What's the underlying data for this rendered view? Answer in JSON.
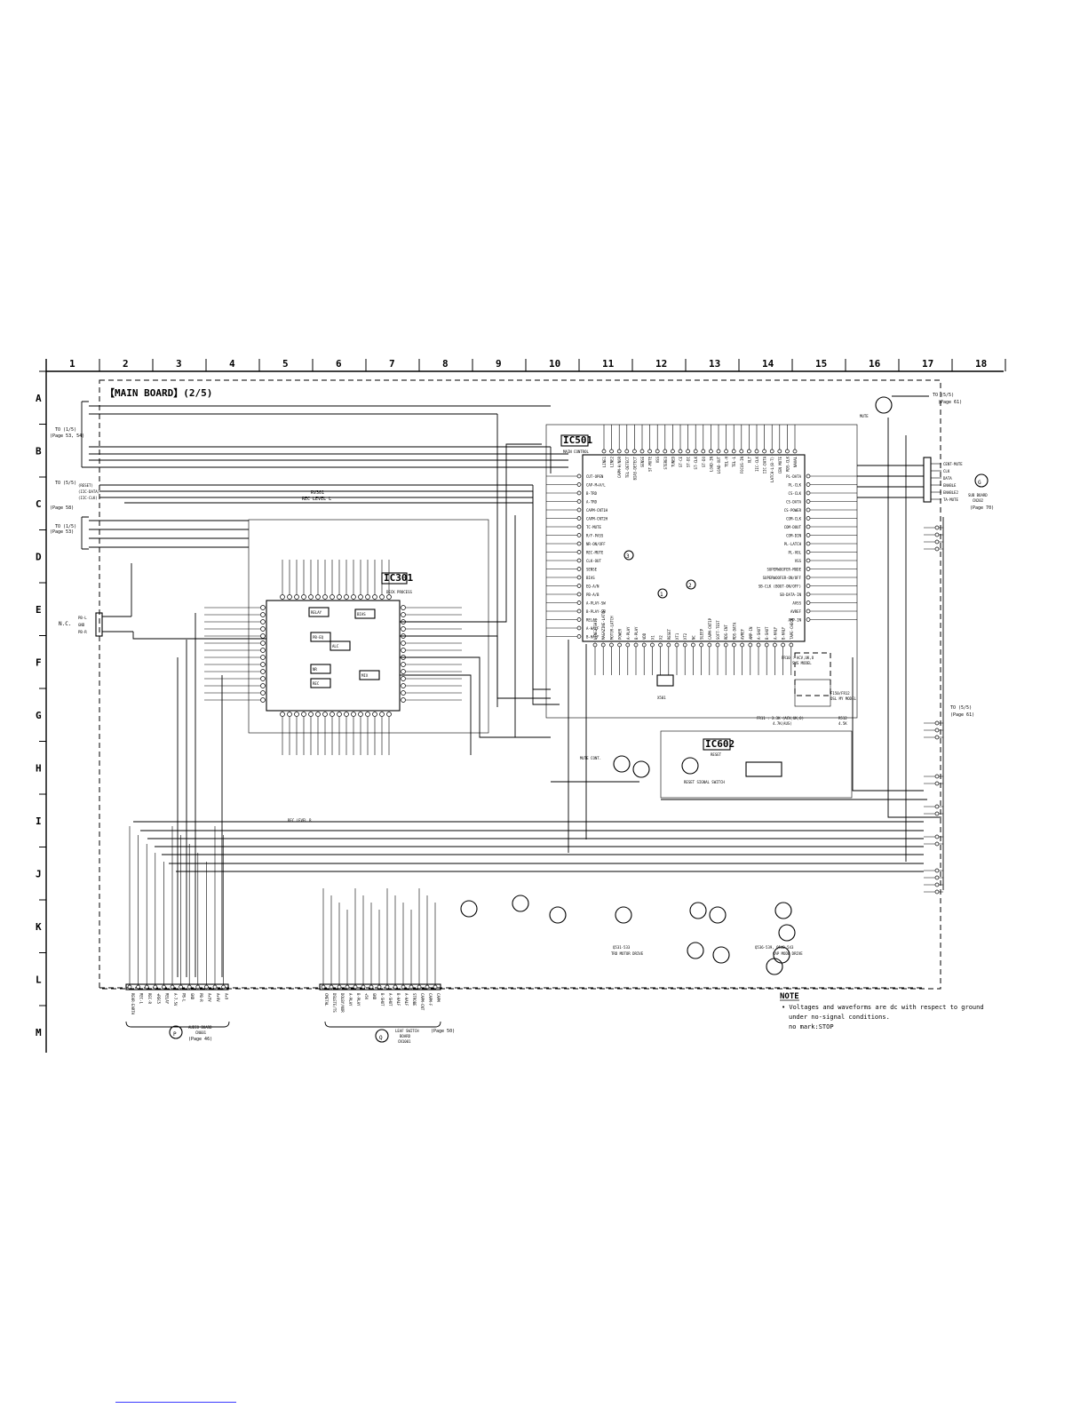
{
  "board": {
    "title": "【MAIN BOARD】(2/5)"
  },
  "grid": {
    "columns": [
      "1",
      "2",
      "3",
      "4",
      "5",
      "6",
      "7",
      "8",
      "9",
      "10",
      "11",
      "12",
      "13",
      "14",
      "15",
      "16",
      "17",
      "18"
    ],
    "rows": [
      "A",
      "B",
      "C",
      "D",
      "E",
      "F",
      "G",
      "H",
      "I",
      "J",
      "K",
      "L",
      "M"
    ]
  },
  "ics": {
    "ic501": {
      "label": "IC501",
      "function": "MAIN CONTROL"
    },
    "ic301": {
      "label": "IC301",
      "function": "DECK PROCESS"
    },
    "ic602": {
      "label": "IC602",
      "function": "RESET"
    }
  },
  "left_refs": {
    "ref_b": "TO (1/5)",
    "ref_b_page": "(Page 53, 54)",
    "ref_c": "TO (5/5)",
    "ref_c_page": "(Page 58)",
    "ref_d": "TO (1/5)",
    "ref_d_page": "(Page 53)",
    "c_sig1": "(RESET)",
    "c_sig2": "(IIC-DATA)",
    "c_sig3": "(IIC-CLK)",
    "nc": "N.C.",
    "pb_l": "PB-L",
    "pb_gnd": "GND",
    "pb_r": "PB-R"
  },
  "right_refs": {
    "top_to": "TO (5/5)",
    "top_page": "(Page 61)",
    "mid_to": "TO (5/5)",
    "mid_page": "(Page 61)",
    "sub_board": "SUB BOARD",
    "sub_board_cn": "CN202",
    "sub_board_page": "(Page 70)",
    "sub_board_marker": "G",
    "sub_signals": [
      "CENT-MUTE",
      "CLK",
      "DATA",
      "ENABLE",
      "ENABLE2",
      "TA-MUTE"
    ]
  },
  "bottom_refs": {
    "audio_board": "AUDIO BOARD",
    "audio_board_cn": "CN601",
    "audio_board_page": "(Page 46)",
    "audio_board_marker": "P",
    "leaf_switch": "LEAF SWITCH",
    "leaf_switch_board": "BOARD",
    "leaf_switch_cn": "CN1001",
    "leaf_switch_page": "(Page 50)",
    "leaf_switch_marker": "Q"
  },
  "component_labels": {
    "rv301": "RV301",
    "rec_level_l": "REC LEVEL L",
    "rec_level_r": "REC LEVEL R",
    "mute_cont": "MUTE CONT.",
    "reset_signal_switch": "RESET SIGNAL SWITCH",
    "trd_motor_drive": "TRD MOTOR DRIVE",
    "q531_533": "Q531-533",
    "cap_mode_drive": "CAP MODE DRIVE",
    "q536_539": "Q536-539, Q540-543",
    "mute": "MUTE",
    "x501": "X501",
    "ic501_pins_left": [
      "CUT-OPEN",
      "CAP-M+V/L",
      "B-TRD",
      "A-TRD",
      "CAPM-CNT1H",
      "CAPM-CNT2H",
      "TC-MUTE",
      "R/F-PASS",
      "NR-ON/OFF",
      "REC-MUTE",
      "CLK-OUT",
      "SENSE",
      "BIAS",
      "EQ-A/N",
      "PB-A/B",
      "A-PLAY-SW",
      "B-PLAY-SW",
      "RELAY",
      "A-HALF",
      "B-HALF"
    ],
    "ic501_pins_right": [
      "PL-DATA",
      "PL-CLK",
      "CS-CLK",
      "CS-DATA",
      "CS-POWER",
      "COM-CLK",
      "COM-DOUT",
      "COM-DIN",
      "PL-LATCH",
      "PL-VOL",
      "VSS",
      "SUPERWOOFER-MODE",
      "SUPERWOOFER-ON/OFF",
      "SB-CLK (BOUT-ON/OFF)",
      "SB-DATA-IN",
      "AVSS",
      "AVREF",
      "AMP-IN"
    ],
    "ic501_pins_top": [
      "LINE1",
      "LINE2",
      "CAPM-H/NOR",
      "TEL-DETECT",
      "BIAS-DETECT",
      "SENSE",
      "ST-MUTE",
      "VSS",
      "STEREO",
      "TUNED",
      "ST-CE",
      "ST-DI",
      "ST-CLK",
      "ST-DO",
      "LOAD-IN",
      "LOAD-OUT",
      "TEL-H",
      "TEL-L",
      "FOCUS-IN",
      "XLT",
      "IIC-CLK",
      "IIC-DATA",
      "LATCH-L(B-T)",
      "CEN MUTE",
      "RDS-CLK",
      "NAVAL"
    ],
    "ic501_pins_bottom": [
      "LINE2(SH1)",
      "MAGAZINE-LATCH",
      "MOTOR-LATCH",
      "POWER",
      "A-PLAY",
      "B-PLAY",
      "VDD",
      "X1",
      "X2",
      "RESET",
      "XT1",
      "XT2",
      "NC",
      "SLEEP",
      "CAPM-CNT1P",
      "SOFT-TEST",
      "RDS-INT",
      "RDS-DATA",
      "AVREF",
      "AMP-IN",
      "A-SHUT",
      "B-SHUT",
      "A-HALF",
      "B-HALF",
      "TAPE-CHECK"
    ],
    "ic301_blocks": [
      "RELAY",
      "PB-EQ",
      "NR",
      "REC",
      "BIAS",
      "ALC",
      "MIX"
    ],
    "x501_freq": "X501",
    "fr10": "FR10 : ACV,UK,O",
    "fr10b": "SUS MODEL",
    "fr11": "FR11 : 3.3K (ACV,UK,O)",
    "fr11b": "4.7K(AUS)",
    "r512": "R512",
    "r512v": "4.5K",
    "fr_model": "F150/FR12",
    "fr_model_b": "OSL MY MODEL"
  },
  "leaf_pins": [
    "CMETAL",
    "DSLETE/TS",
    "DOLBY/NOR",
    "A-PLAY",
    "B-PLAY",
    "+5V",
    "GND",
    "B-SHUT",
    "A-SHUT",
    "B-HALF",
    "A-HALF",
    "STROBE",
    "CAPM-CNT",
    "CAPM-F",
    "CAPM"
  ],
  "audio_pins": [
    "REAR-EARTH",
    "REC-L",
    "REC-R",
    "+REC5",
    "RELAY",
    "A-7.5V",
    "PB-L",
    "GND",
    "PB-R",
    "A+5V",
    "A+9V",
    "A+9"
  ],
  "note": {
    "title": "NOTE",
    "line1": "• Voltages and waveforms are dc with respect to ground",
    "line2": "under no-signal conditions.",
    "line3": "no mark:STOP"
  }
}
